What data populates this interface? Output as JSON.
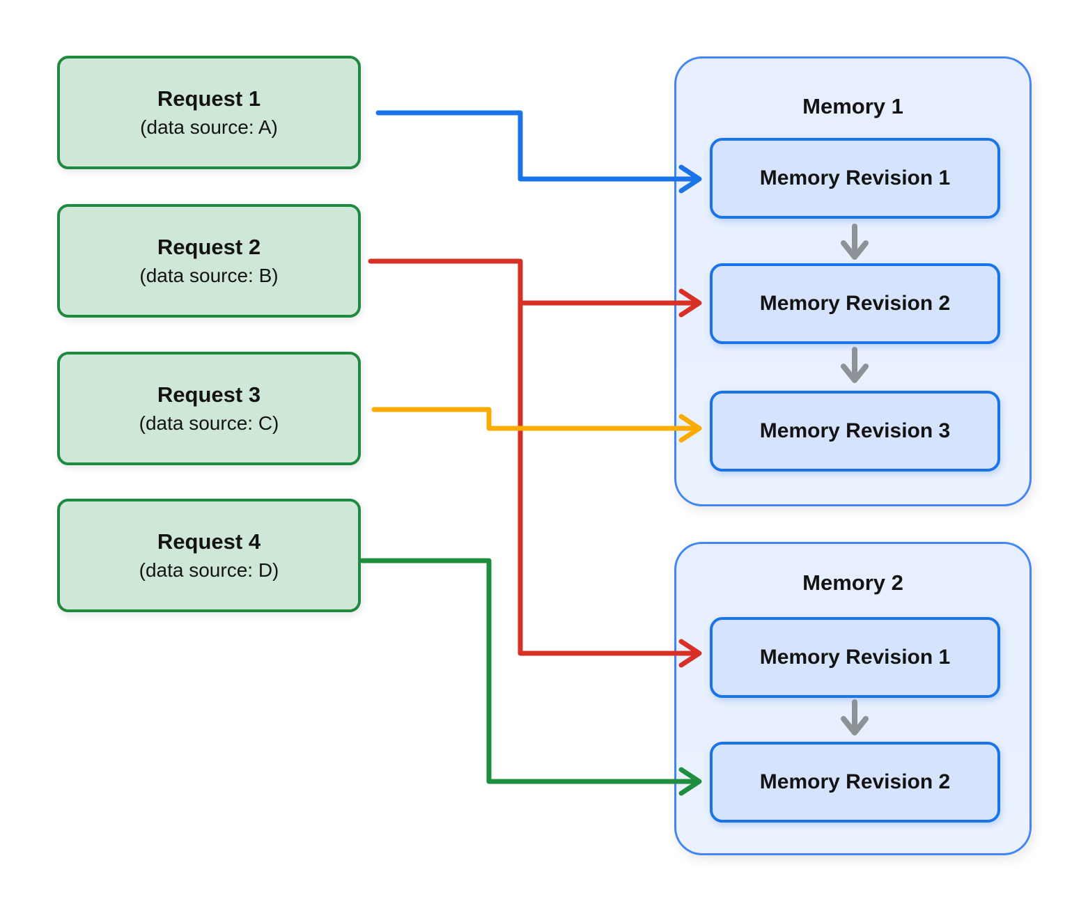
{
  "palette": {
    "request_fill": "#cfe7d6",
    "request_border": "#1e8a3f",
    "memory_fill": "#e8f0fe",
    "memory_border": "#4285f4",
    "revision_fill": "#d5e4fc",
    "revision_border": "#1a73e8",
    "arrow_blue": "#1a73e8",
    "arrow_red": "#d93025",
    "arrow_yellow": "#f9ab00",
    "arrow_green": "#1e8e3e",
    "arrow_gray": "#8d9297",
    "text": "#131313"
  },
  "requests": [
    {
      "title": "Request 1",
      "source": "(data source: A)"
    },
    {
      "title": "Request 2",
      "source": "(data source: B)"
    },
    {
      "title": "Request 3",
      "source": "(data source: C)"
    },
    {
      "title": "Request 4",
      "source": "(data source: D)"
    }
  ],
  "memories": [
    {
      "title": "Memory 1",
      "revisions": [
        "Memory Revision 1",
        "Memory Revision 2",
        "Memory Revision 3"
      ]
    },
    {
      "title": "Memory 2",
      "revisions": [
        "Memory Revision 1",
        "Memory Revision 2"
      ]
    }
  ],
  "connections": [
    {
      "from": "Request 1",
      "to": "Memory 1 / Memory Revision 1",
      "color": "#1a73e8"
    },
    {
      "from": "Request 2",
      "to": "Memory 1 / Memory Revision 2",
      "color": "#d93025"
    },
    {
      "from": "Request 2",
      "to": "Memory 2 / Memory Revision 1",
      "color": "#d93025"
    },
    {
      "from": "Request 3",
      "to": "Memory 1 / Memory Revision 3",
      "color": "#f9ab00"
    },
    {
      "from": "Request 4",
      "to": "Memory 2 / Memory Revision 2",
      "color": "#1e8e3e"
    }
  ]
}
